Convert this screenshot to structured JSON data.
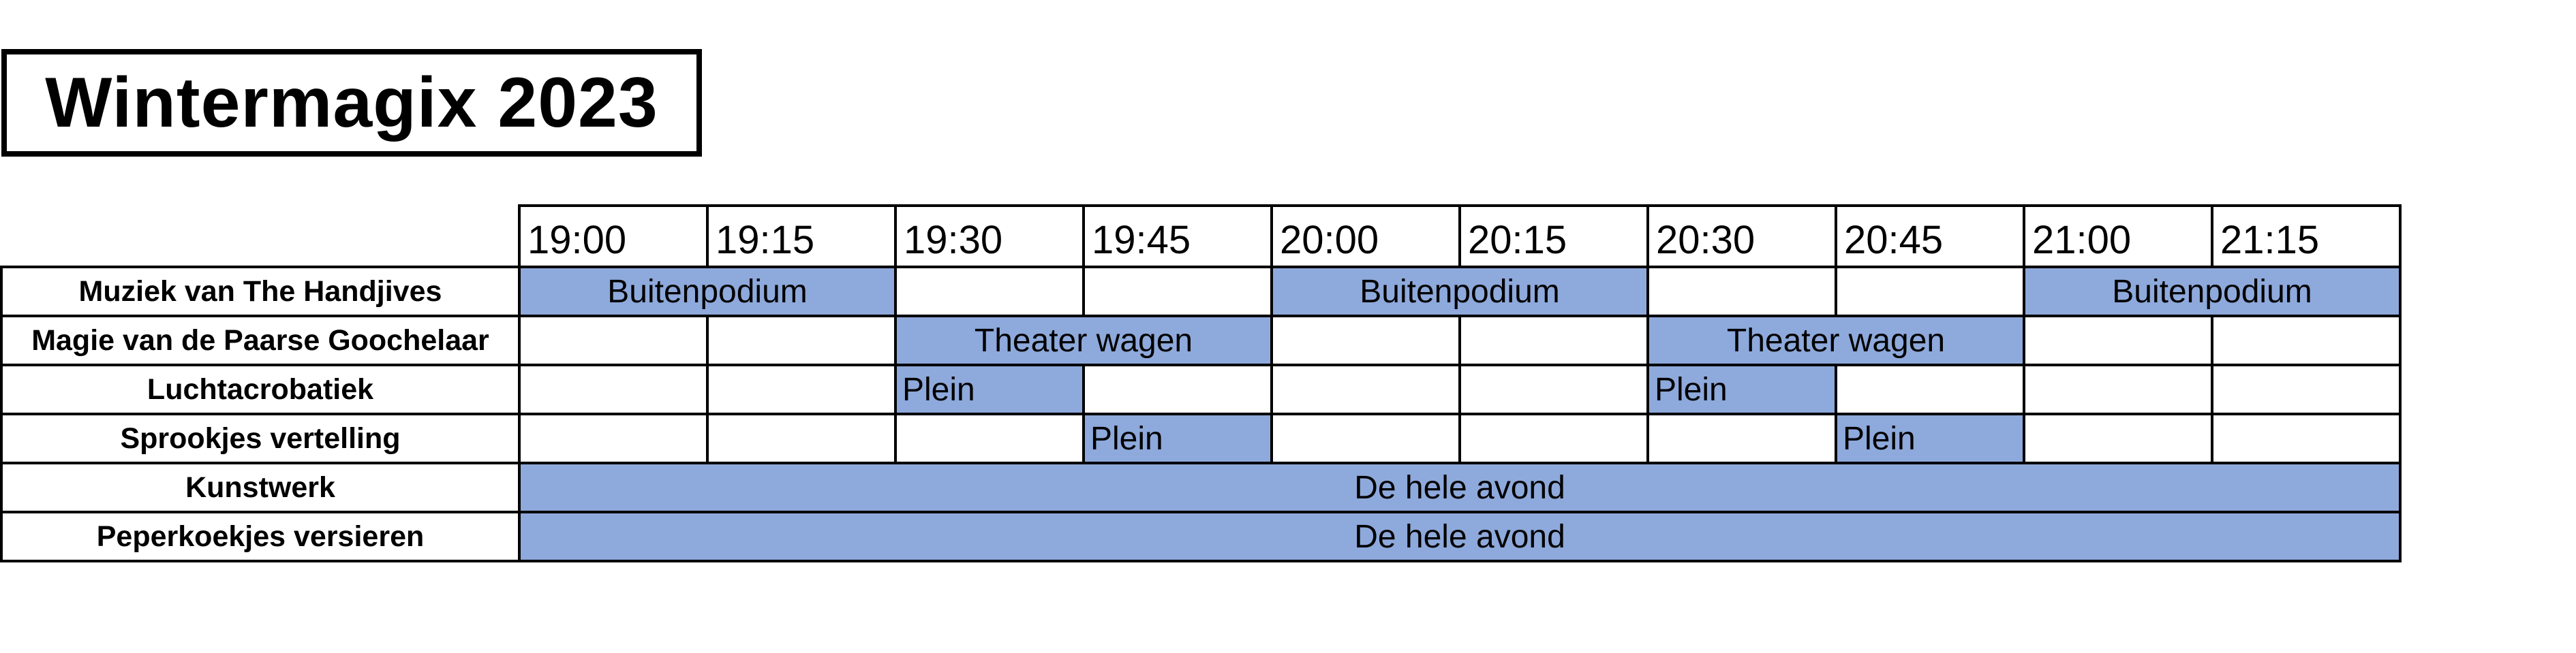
{
  "title": "Wintermagix 2023",
  "times": [
    "19:00",
    "19:15",
    "19:30",
    "19:45",
    "20:00",
    "20:15",
    "20:30",
    "20:45",
    "21:00",
    "21:15"
  ],
  "rows": [
    {
      "act": "Muziek van The Handjives",
      "cells": [
        {
          "text": "Buitenpodium",
          "span": 2,
          "filled": true
        },
        {
          "text": "",
          "span": 1,
          "filled": false
        },
        {
          "text": "",
          "span": 1,
          "filled": false
        },
        {
          "text": "Buitenpodium",
          "span": 2,
          "filled": true
        },
        {
          "text": "",
          "span": 1,
          "filled": false
        },
        {
          "text": "",
          "span": 1,
          "filled": false
        },
        {
          "text": "Buitenpodium",
          "span": 2,
          "filled": true
        }
      ]
    },
    {
      "act": "Magie van de Paarse Goochelaar",
      "cells": [
        {
          "text": "",
          "span": 1,
          "filled": false
        },
        {
          "text": "",
          "span": 1,
          "filled": false
        },
        {
          "text": "Theater wagen",
          "span": 2,
          "filled": true
        },
        {
          "text": "",
          "span": 1,
          "filled": false
        },
        {
          "text": "",
          "span": 1,
          "filled": false
        },
        {
          "text": "Theater wagen",
          "span": 2,
          "filled": true
        },
        {
          "text": "",
          "span": 1,
          "filled": false
        },
        {
          "text": "",
          "span": 1,
          "filled": false
        }
      ]
    },
    {
      "act": "Luchtacrobatiek",
      "cells": [
        {
          "text": "",
          "span": 1,
          "filled": false
        },
        {
          "text": "",
          "span": 1,
          "filled": false
        },
        {
          "text": "Plein",
          "span": 1,
          "filled": true,
          "align": "left"
        },
        {
          "text": "",
          "span": 1,
          "filled": false
        },
        {
          "text": "",
          "span": 1,
          "filled": false
        },
        {
          "text": "",
          "span": 1,
          "filled": false
        },
        {
          "text": "Plein",
          "span": 1,
          "filled": true,
          "align": "left"
        },
        {
          "text": "",
          "span": 1,
          "filled": false
        },
        {
          "text": "",
          "span": 1,
          "filled": false
        },
        {
          "text": "",
          "span": 1,
          "filled": false
        }
      ]
    },
    {
      "act": "Sprookjes vertelling",
      "cells": [
        {
          "text": "",
          "span": 1,
          "filled": false
        },
        {
          "text": "",
          "span": 1,
          "filled": false
        },
        {
          "text": "",
          "span": 1,
          "filled": false
        },
        {
          "text": "Plein",
          "span": 1,
          "filled": true,
          "align": "left"
        },
        {
          "text": "",
          "span": 1,
          "filled": false
        },
        {
          "text": "",
          "span": 1,
          "filled": false
        },
        {
          "text": "",
          "span": 1,
          "filled": false
        },
        {
          "text": "Plein",
          "span": 1,
          "filled": true,
          "align": "left"
        },
        {
          "text": "",
          "span": 1,
          "filled": false
        },
        {
          "text": "",
          "span": 1,
          "filled": false
        }
      ]
    },
    {
      "act": "Kunstwerk",
      "cells": [
        {
          "text": "De hele avond",
          "span": 10,
          "filled": true
        }
      ]
    },
    {
      "act": "Peperkoekjes versieren",
      "cells": [
        {
          "text": "De hele avond",
          "span": 10,
          "filled": true
        }
      ]
    }
  ],
  "colors": {
    "slot_fill": "#8EA9DB",
    "border": "#000000",
    "background": "#FFFFFF"
  }
}
